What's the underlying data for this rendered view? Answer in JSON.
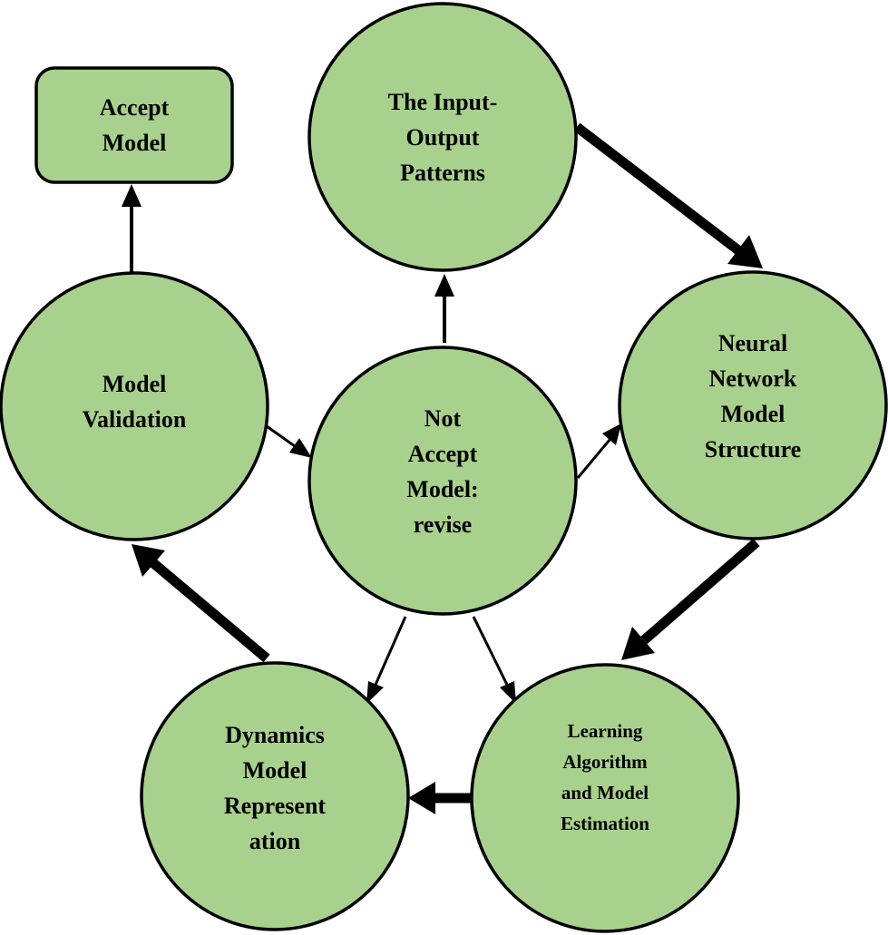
{
  "colors": {
    "node_fill": "#a9d18e",
    "stroke": "#000000",
    "background": "#ffffff"
  },
  "nodes": {
    "accept_model": {
      "label": "Accept\nModel",
      "shape": "rounded-rectangle"
    },
    "input_output_patterns": {
      "label": "The Input-\nOutput\nPatterns",
      "shape": "circle"
    },
    "model_validation": {
      "label": "Model\nValidation",
      "shape": "circle"
    },
    "not_accept_model": {
      "label": "Not\nAccept\nModel:\nrevise",
      "shape": "circle"
    },
    "neural_network_structure": {
      "label": "Neural\nNetwork\nModel\nStructure",
      "shape": "circle"
    },
    "dynamics_model_representation": {
      "label": "Dynamics\nModel\nRepresent\nation",
      "shape": "circle"
    },
    "learning_algorithm": {
      "label": "Learning\nAlgorithm\nand Model\nEstimation",
      "shape": "circle"
    }
  },
  "edges": [
    {
      "from": "model_validation",
      "to": "accept_model",
      "weight": "thin"
    },
    {
      "from": "not_accept_model",
      "to": "input_output_patterns",
      "weight": "thin"
    },
    {
      "from": "input_output_patterns",
      "to": "neural_network_structure",
      "weight": "thick"
    },
    {
      "from": "model_validation",
      "to": "not_accept_model",
      "weight": "thin"
    },
    {
      "from": "not_accept_model",
      "to": "neural_network_structure",
      "weight": "thin"
    },
    {
      "from": "neural_network_structure",
      "to": "learning_algorithm",
      "weight": "thick"
    },
    {
      "from": "learning_algorithm",
      "to": "dynamics_model_representation",
      "weight": "thick"
    },
    {
      "from": "dynamics_model_representation",
      "to": "model_validation",
      "weight": "thick"
    },
    {
      "from": "not_accept_model",
      "to": "dynamics_model_representation",
      "weight": "thin"
    },
    {
      "from": "not_accept_model",
      "to": "learning_algorithm",
      "weight": "thin"
    }
  ]
}
